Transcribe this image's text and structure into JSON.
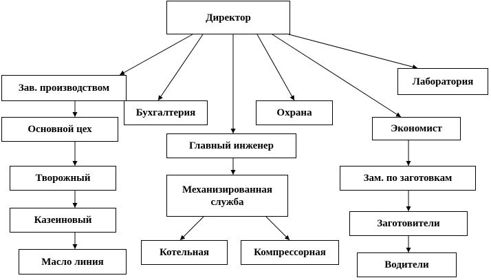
{
  "nodes": {
    "director": "Директор",
    "production_head": "Зав. производством",
    "accounting": "Бухгалтерия",
    "security": "Охрана",
    "laboratory": "Лаборатория",
    "economist": "Экономист",
    "main_workshop": "Основной цех",
    "chief_engineer": "Главный инженер",
    "mechanized_service": "Механизированная\nслужба",
    "curd": "Творожный",
    "casein": "Казеиновый",
    "butter_line": "Масло линия",
    "boiler_room": "Котельная",
    "compressor_room": "Компрессорная",
    "deputy_procurement": "Зам. по заготовкам",
    "procurers": "Заготовители",
    "drivers": "Водители"
  },
  "edges": [
    [
      "director",
      "production_head"
    ],
    [
      "director",
      "accounting"
    ],
    [
      "director",
      "chief_engineer"
    ],
    [
      "director",
      "security"
    ],
    [
      "director",
      "economist"
    ],
    [
      "director",
      "laboratory"
    ],
    [
      "production_head",
      "main_workshop"
    ],
    [
      "main_workshop",
      "curd"
    ],
    [
      "curd",
      "casein"
    ],
    [
      "casein",
      "butter_line"
    ],
    [
      "chief_engineer",
      "mechanized_service"
    ],
    [
      "mechanized_service",
      "boiler_room"
    ],
    [
      "mechanized_service",
      "compressor_room"
    ],
    [
      "economist",
      "deputy_procurement"
    ],
    [
      "deputy_procurement",
      "procurers"
    ],
    [
      "procurers",
      "drivers"
    ]
  ]
}
